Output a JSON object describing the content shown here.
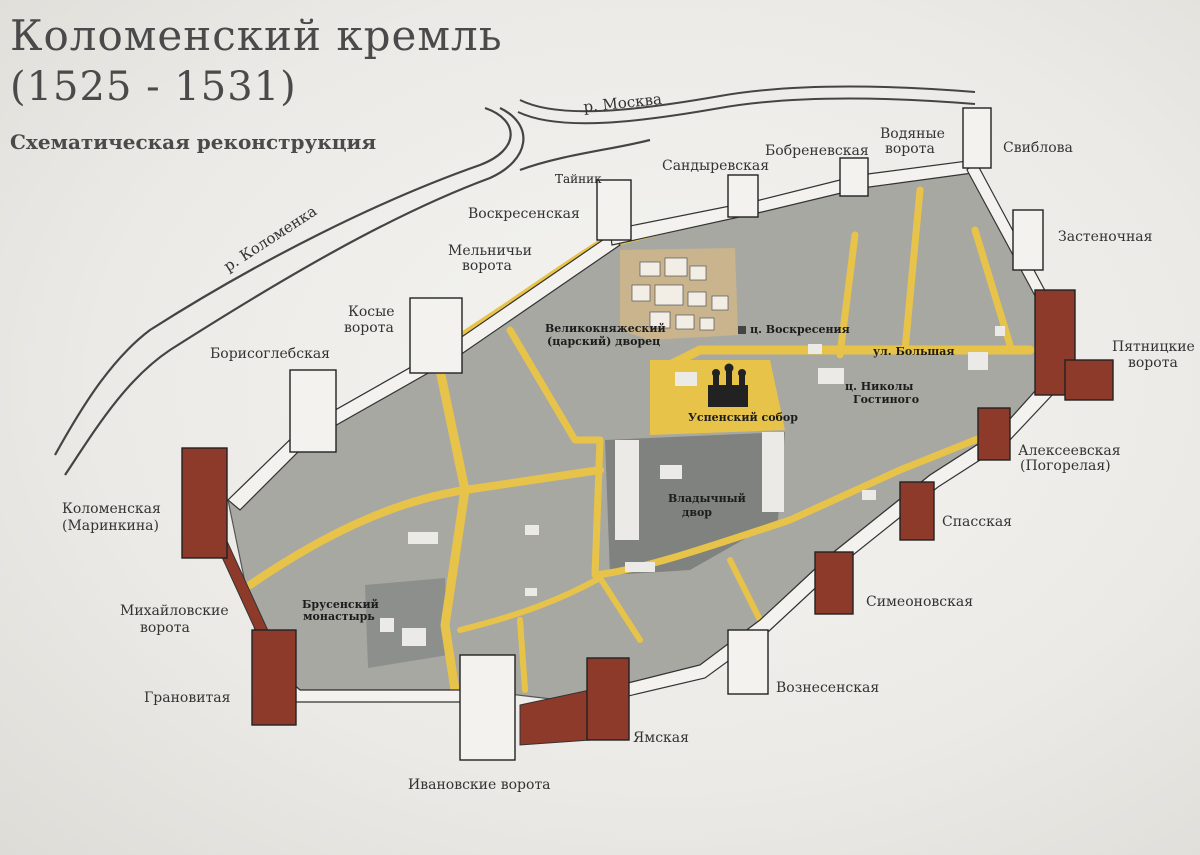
{
  "title": "Коломенский кремль",
  "years": "(1525 - 1531)",
  "subtitle": "Схематическая реконструкция",
  "rivers": {
    "moskva": "р. Москва",
    "kolomenka": "р. Коломенка"
  },
  "towers": {
    "vodyanye_1": "Водяные",
    "vodyanye_2": "ворота",
    "sviblova": "Свиблова",
    "bobrenevskaya": "Бобреневская",
    "sandyrevskaya": "Сандыревская",
    "tainik": "Тайник",
    "voskresenskaya": "Воскресенская",
    "melnichyi_1": "Мельничьи",
    "melnichyi_2": "ворота",
    "kosye_1": "Косые",
    "kosye_2": "ворота",
    "borisoglebskaya": "Борисоглебская",
    "kolomenskaya_1": "Коломенская",
    "kolomenskaya_2": "(Маринкина)",
    "mikhailovskie_1": "Михайловские",
    "mikhailovskie_2": "ворота",
    "granovitaya": "Грановитая",
    "ivanovskie": "Ивановские ворота",
    "yamskaya": "Ямская",
    "voznesenskaya": "Вознесенская",
    "simeonovskaya": "Симеоновская",
    "spasskaya": "Спасская",
    "alekseevskaya_1": "Алексеевская",
    "alekseevskaya_2": "(Погорелая)",
    "pyatnitskie_1": "Пятницкие",
    "pyatnitskie_2": "ворота",
    "zastenochnaya": "Застеночная"
  },
  "inner": {
    "palace_1": "Великокняжеский",
    "palace_2": "(царский) дворец",
    "voskreseniya": "ц. Воскресения",
    "street": "ул. Большая",
    "uspensky": "Успенский собор",
    "nikoly_1": "ц. Николы",
    "nikoly_2": "Гостиного",
    "vladychny_1": "Владычный",
    "vladychny_2": "двор",
    "brusensky_1": "Брусенский",
    "brusensky_2": "монастырь"
  },
  "colors": {
    "ground": "#a8a8a2",
    "road": "#e8c34a",
    "wall": "#f3f2ef",
    "brick": "#8e3a2a",
    "palace": "#c9b48e",
    "court": "#7f827f"
  }
}
